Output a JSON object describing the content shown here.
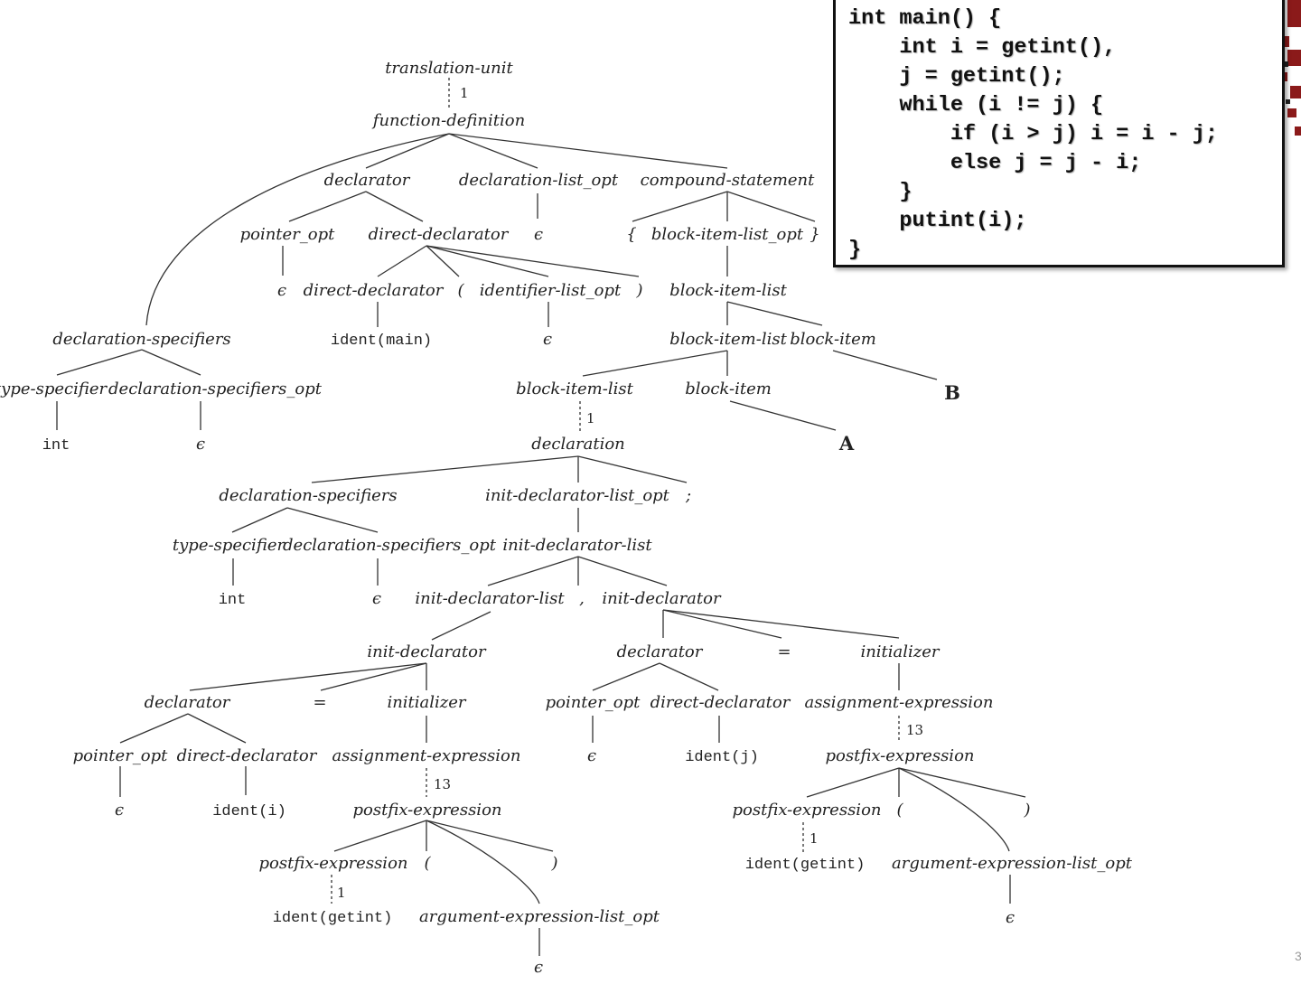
{
  "code": {
    "lines": [
      "int main() {",
      "    int i = getint(),",
      "    j = getint();",
      "    while (i != j) {",
      "        if (i > j) i = i - j;",
      "        else j = j - i;",
      "    }",
      "    putint(i);",
      "}"
    ]
  },
  "tree": {
    "labels": {
      "translation_unit": "translation-unit",
      "function_definition": "function-definition",
      "declarator": "declarator",
      "declaration_list_opt": "declaration-list_opt",
      "compound_statement": "compound-statement",
      "pointer_opt": "pointer_opt",
      "direct_declarator": "direct-declarator",
      "epsilon": "ϵ",
      "lbrace": "{",
      "rbrace": "}",
      "block_item_list_opt": "block-item-list_opt",
      "lparen": "(",
      "rparen": ")",
      "identifier_list_opt": "identifier-list_opt",
      "block_item_list": "block-item-list",
      "declaration_specifiers": "declaration-specifiers",
      "ident_main": "ident(main)",
      "block_item": "block-item",
      "type_specifier": "type-specifier",
      "declaration_specifiers_opt": "declaration-specifiers_opt",
      "B": "B",
      "A": "A",
      "int_kw": "int",
      "declaration": "declaration",
      "init_declarator_list_opt": "init-declarator-list_opt",
      "semicolon": ";",
      "init_declarator_list": "init-declarator-list",
      "comma": ",",
      "init_declarator": "init-declarator",
      "equals": "=",
      "initializer": "initializer",
      "assignment_expression": "assignment-expression",
      "ident_j": "ident(j)",
      "ident_i": "ident(i)",
      "postfix_expression": "postfix-expression",
      "ident_getint": "ident(getint)",
      "argument_expression_list_opt": "argument-expression-list_opt",
      "step_1": "1",
      "step_13": "13"
    }
  },
  "slide": {
    "page_number": "3"
  }
}
